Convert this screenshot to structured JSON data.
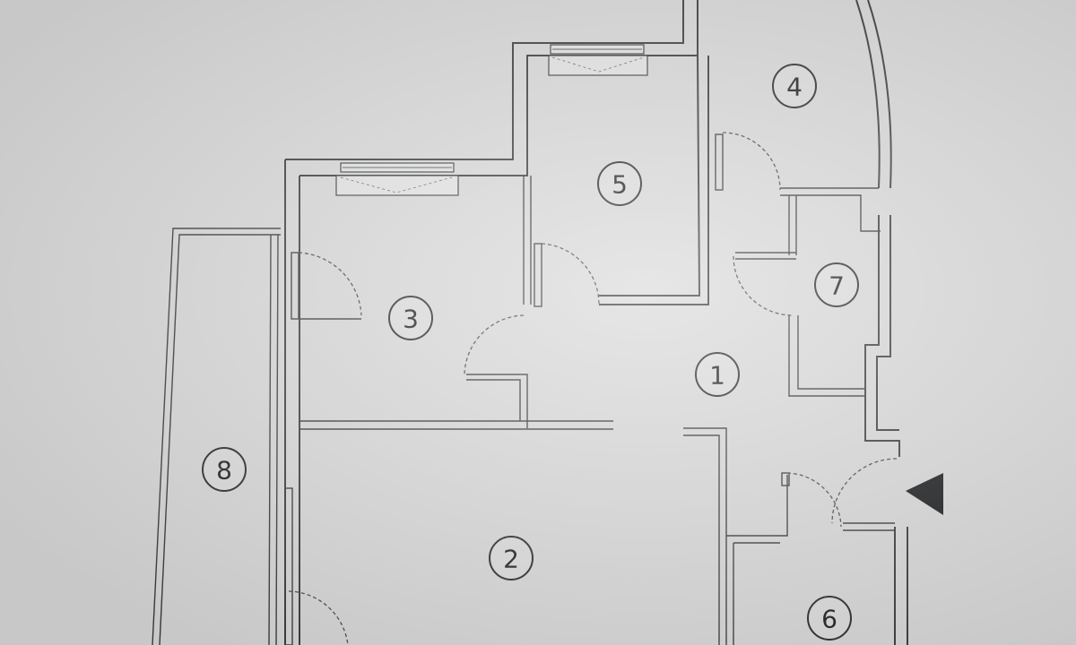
{
  "rooms": [
    {
      "id": "room-1",
      "number": "1"
    },
    {
      "id": "room-2",
      "number": "2"
    },
    {
      "id": "room-3",
      "number": "3"
    },
    {
      "id": "room-4",
      "number": "4"
    },
    {
      "id": "room-5",
      "number": "5"
    },
    {
      "id": "room-6",
      "number": "6"
    },
    {
      "id": "room-7",
      "number": "7"
    },
    {
      "id": "room-8",
      "number": "8"
    }
  ],
  "colors": {
    "paper": "#d8d9d8",
    "ink": "#3a3b3c"
  },
  "icons": {
    "entrance": "entrance-arrow-icon"
  }
}
